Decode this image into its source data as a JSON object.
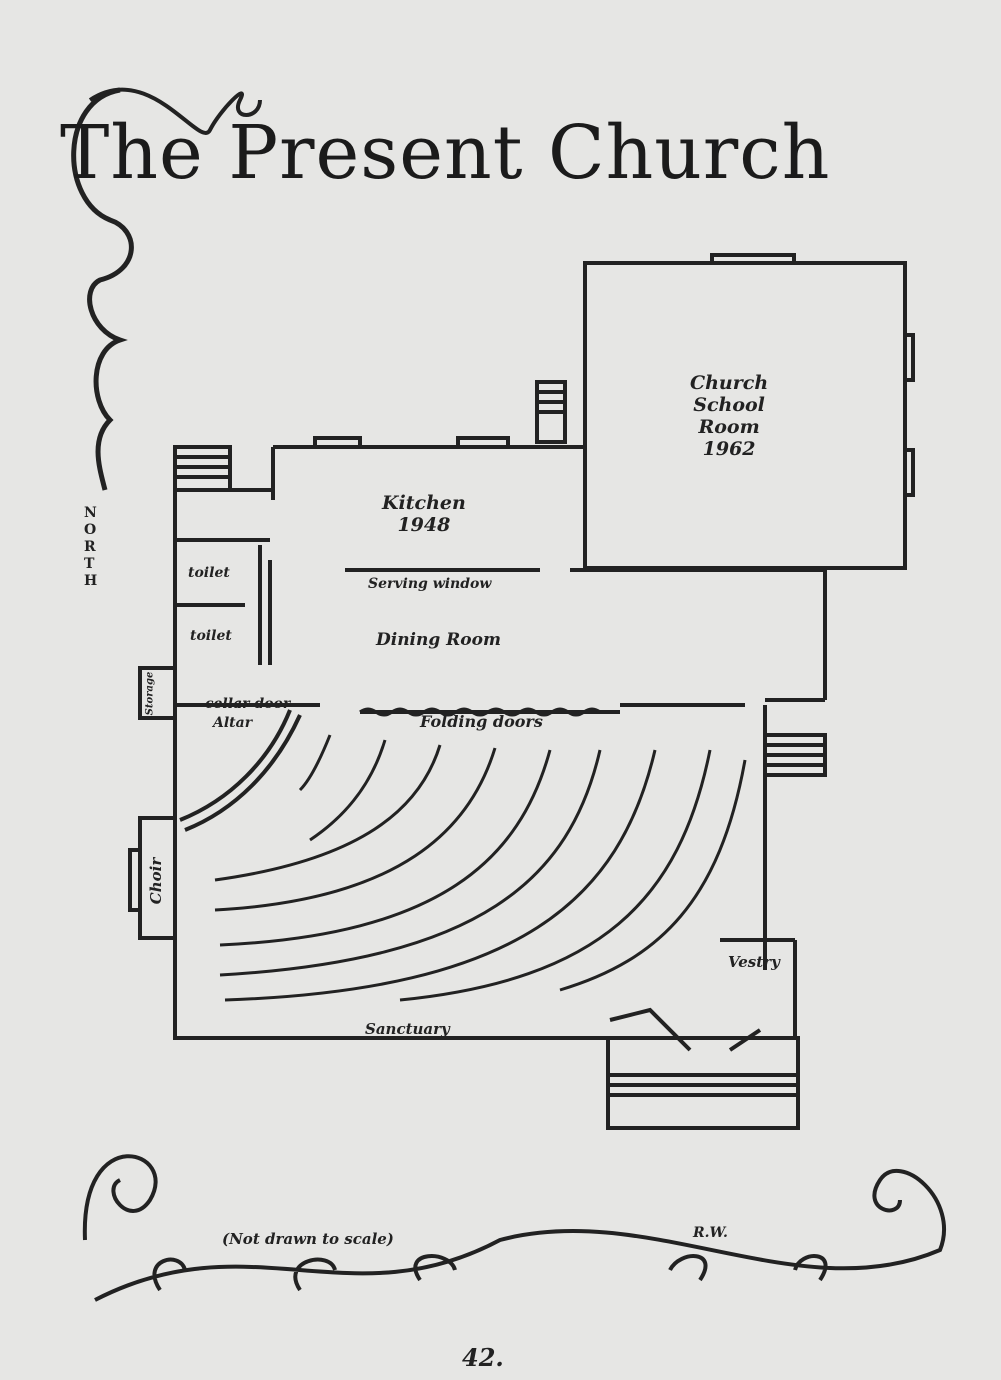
{
  "title": "The Present Church",
  "north": "NORTH",
  "rooms": {
    "school": [
      "Church",
      "School",
      "Room",
      "1962"
    ],
    "kitchen": [
      "Kitchen",
      "1948"
    ],
    "serving_window": "Serving window",
    "toilet1": "toilet",
    "toilet2": "toilet",
    "dining": "Dining Room",
    "storage": "Storage",
    "cellar_door": "cellar door",
    "altar": "Altar",
    "folding_doors": "Folding doors",
    "choir": "Choir",
    "vestry": "Vestry",
    "sanctuary": "Sanctuary"
  },
  "footer": {
    "note": "(Not drawn to scale)",
    "initials": "R.W.",
    "page_number": "42."
  }
}
